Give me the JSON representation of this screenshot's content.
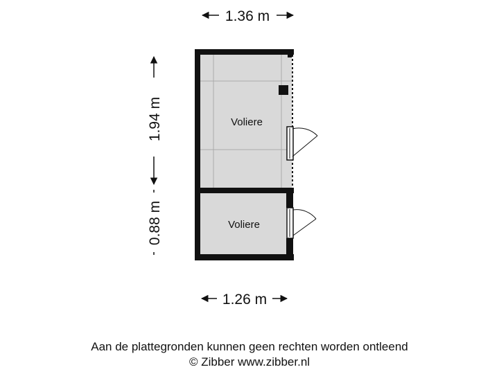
{
  "dimensions": {
    "top_width": "1.36 m",
    "left_upper_height": "1.94 m",
    "left_lower_height": "0.88 m",
    "bottom_width": "1.26 m"
  },
  "rooms": [
    {
      "label": "Voliere"
    },
    {
      "label": "Voliere"
    }
  ],
  "footer": {
    "disclaimer": "Aan de plattegronden kunnen geen rechten worden ontleend",
    "copyright": "© Zibber www.zibber.nl"
  },
  "colors": {
    "wall": "#111111",
    "floor": "#d9d9d9",
    "grid_line": "#aaaaaa",
    "text": "#111111"
  }
}
